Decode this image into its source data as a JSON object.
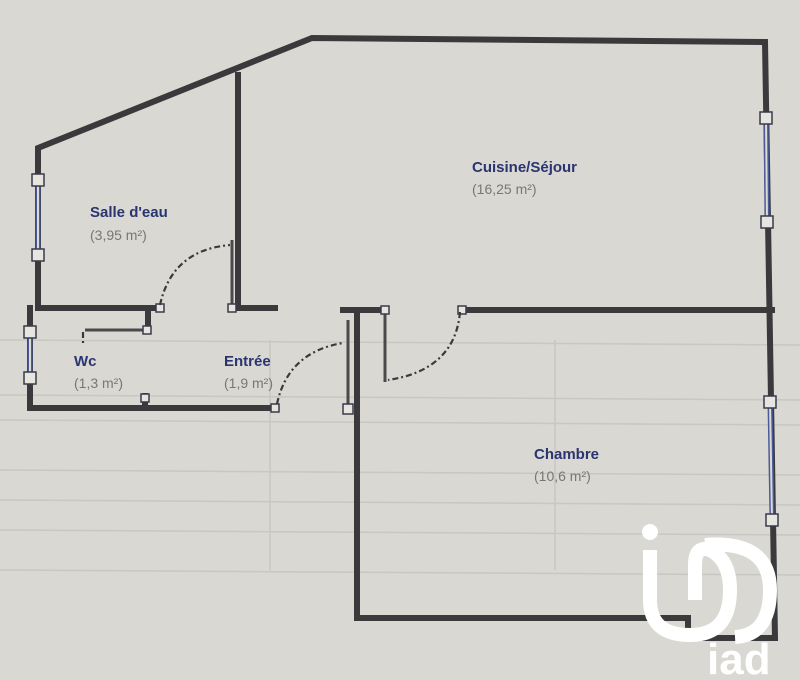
{
  "plan": {
    "rooms": [
      {
        "name": "Salle d'eau",
        "area": "(3,95 m²)"
      },
      {
        "name": "Cuisine/Séjour",
        "area": "(16,25 m²)"
      },
      {
        "name": "Wc",
        "area": "(1,3 m²)"
      },
      {
        "name": "Entrée",
        "area": "(1,9 m²)"
      },
      {
        "name": "Chambre",
        "area": "(10,6 m²)"
      }
    ],
    "colors": {
      "wall": "#3a3a3d",
      "window": "#4a5a9a",
      "room_label": "#2a3470",
      "paper": "#d9d8d2"
    }
  },
  "logo": {
    "text": "iad"
  }
}
